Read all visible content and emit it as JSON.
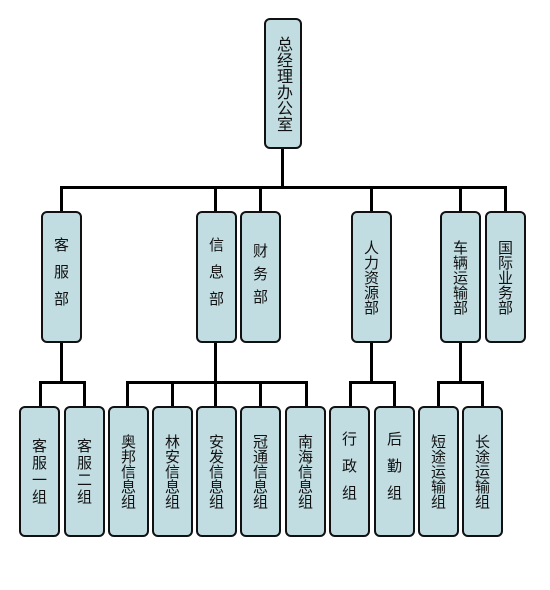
{
  "colors": {
    "box_fill": "#c2dde2",
    "box_border": "#111111",
    "line": "#000000"
  },
  "org": {
    "root": "总经理办公室",
    "departments": [
      {
        "name": "客服部",
        "groups": [
          "客服一组",
          "客服二组"
        ]
      },
      {
        "name": "信息部",
        "groups": [
          "奥邦信息组",
          "林安信息组",
          "安发信息组",
          "冠通信息组",
          "南海信息组"
        ]
      },
      {
        "name": "财务部",
        "groups": []
      },
      {
        "name": "人力资源部",
        "groups": [
          "行政组",
          "后勤组"
        ]
      },
      {
        "name": "车辆运输部",
        "groups": [
          "短途运输组",
          "长途运输组"
        ]
      },
      {
        "name": "国际业务部",
        "groups": []
      }
    ]
  }
}
